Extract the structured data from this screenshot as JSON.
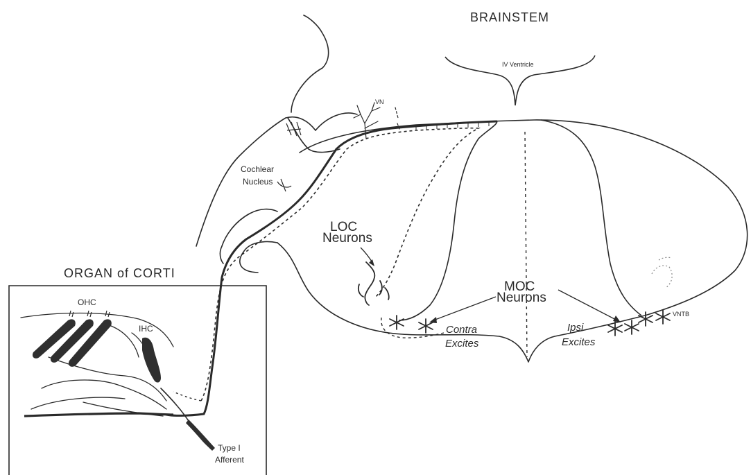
{
  "labels": {
    "brainstem": "BRAINSTEM",
    "iv_ventricle": "IV Ventricle",
    "vn": "VN",
    "cochlear_nucleus_line1": "Cochlear",
    "cochlear_nucleus_line2": "Nucleus",
    "loc_line1": "LOC",
    "loc_line2": "Neurons",
    "moc_line1": "MOC",
    "moc_line2": "Neurons",
    "organ_of_corti": "ORGAN of CORTI",
    "ohc": "OHC",
    "ihc": "IHC",
    "contra_line1": "Contra",
    "contra_line2": "Excites",
    "ipsi_line1": "Ipsi",
    "ipsi_line2": "Excites",
    "vntb": "VNTB",
    "type1_line1": "Type I",
    "type1_line2": "Afferent"
  },
  "colors": {
    "ink": "#2a2a2a",
    "paper": "#ffffff"
  }
}
